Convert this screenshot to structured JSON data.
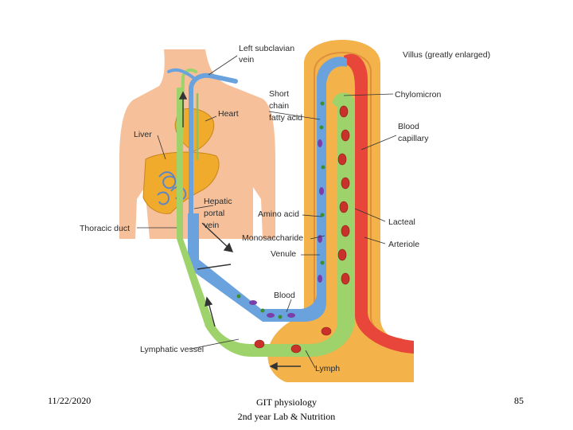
{
  "diagram": {
    "labels": {
      "left_subclavian_1": "Left subclavian",
      "left_subclavian_2": "vein",
      "heart": "Heart",
      "liver": "Liver",
      "short_chain_1": "Short",
      "short_chain_2": "chain",
      "short_chain_3": "fatty acid",
      "hepatic_1": "Hepatic",
      "hepatic_2": "portal",
      "hepatic_3": "vein",
      "thoracic_duct": "Thoracic duct",
      "villus": "Villus (greatly enlarged)",
      "chylomicron": "Chylomicron",
      "blood_capillary_1": "Blood",
      "blood_capillary_2": "capillary",
      "amino_acid": "Amino acid",
      "lacteal": "Lacteal",
      "monosaccharide": "Monosaccharide",
      "arteriole": "Arteriole",
      "venule": "Venule",
      "blood": "Blood",
      "lymphatic_vessel": "Lymphatic vessel",
      "lymph": "Lymph"
    },
    "colors": {
      "body": "#f6c09a",
      "vein": "#6aa2de",
      "lymph": "#9ed26a",
      "artery": "#e8463a",
      "villus_wall": "#f3b24a",
      "liver": "#f1ab2c"
    }
  },
  "footer": {
    "date": "11/22/2020",
    "title": "GIT physiology",
    "subtitle": "2nd year Lab & Nutrition",
    "page": "85"
  }
}
